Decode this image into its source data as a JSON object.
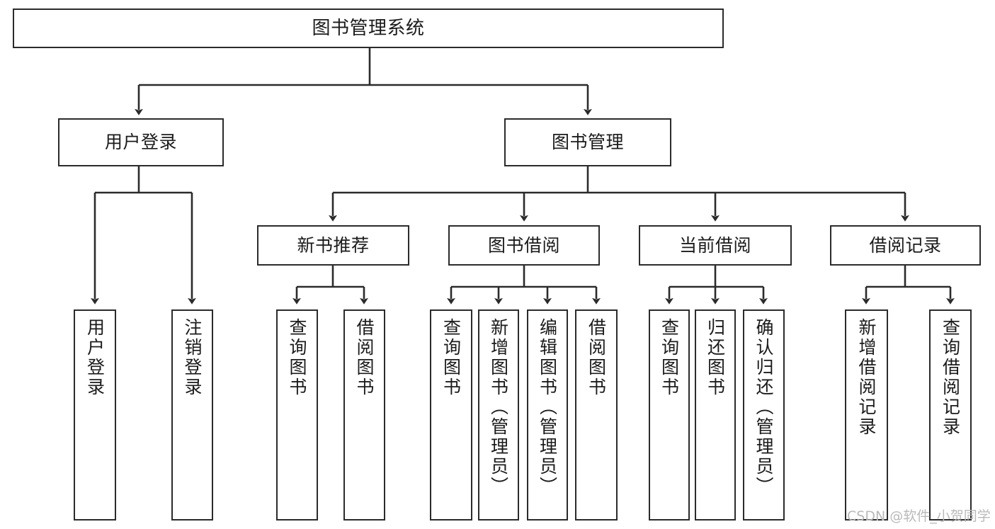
{
  "diagram": {
    "title": "图书管理系统",
    "watermark": "CSDN @软件_小贺同学",
    "colors": {
      "box_border": "#2b2b2b",
      "box_fill": "#ffffff",
      "edge": "#2b2b2b",
      "text": "#1b1b1b",
      "watermark": "#b9b9b9",
      "background": "#ffffff"
    },
    "levels": {
      "root": "图书管理系统",
      "level2": [
        "用户登录",
        "图书管理"
      ],
      "level3": [
        "新书推荐",
        "图书借阅",
        "当前借阅",
        "借阅记录"
      ],
      "level4": [
        "用户登录",
        "注销登录",
        "查询图书",
        "借阅图书",
        "查询图书",
        "新增图书（管理员）",
        "编辑图书（管理员）",
        "借阅图书",
        "查询图书",
        "归还图书",
        "确认归还（管理员）",
        "新增借阅记录",
        "查询借阅记录"
      ]
    },
    "nodes": {
      "root": {
        "label": "图书管理系统"
      },
      "user_login": {
        "label": "用户登录"
      },
      "book_manage": {
        "label": "图书管理"
      },
      "new_book_rec": {
        "label": "新书推荐"
      },
      "book_borrow": {
        "label": "图书借阅"
      },
      "current_borrow": {
        "label": "当前借阅"
      },
      "borrow_record": {
        "label": "借阅记录"
      },
      "leaf_user_login": {
        "label": "用户登录"
      },
      "leaf_user_logout": {
        "label": "注销登录"
      },
      "leaf_nbr_query": {
        "label": "查询图书"
      },
      "leaf_nbr_borrow": {
        "label": "借阅图书"
      },
      "leaf_bb_query": {
        "label": "查询图书"
      },
      "leaf_bb_add": {
        "label": "新增图书（管理员）"
      },
      "leaf_bb_edit": {
        "label": "编辑图书（管理员）"
      },
      "leaf_bb_borrow": {
        "label": "借阅图书"
      },
      "leaf_cb_query": {
        "label": "查询图书"
      },
      "leaf_cb_return": {
        "label": "归还图书"
      },
      "leaf_cb_confirm": {
        "label": "确认归还（管理员）"
      },
      "leaf_br_add": {
        "label": "新增借阅记录"
      },
      "leaf_br_query": {
        "label": "查询借阅记录"
      }
    }
  }
}
